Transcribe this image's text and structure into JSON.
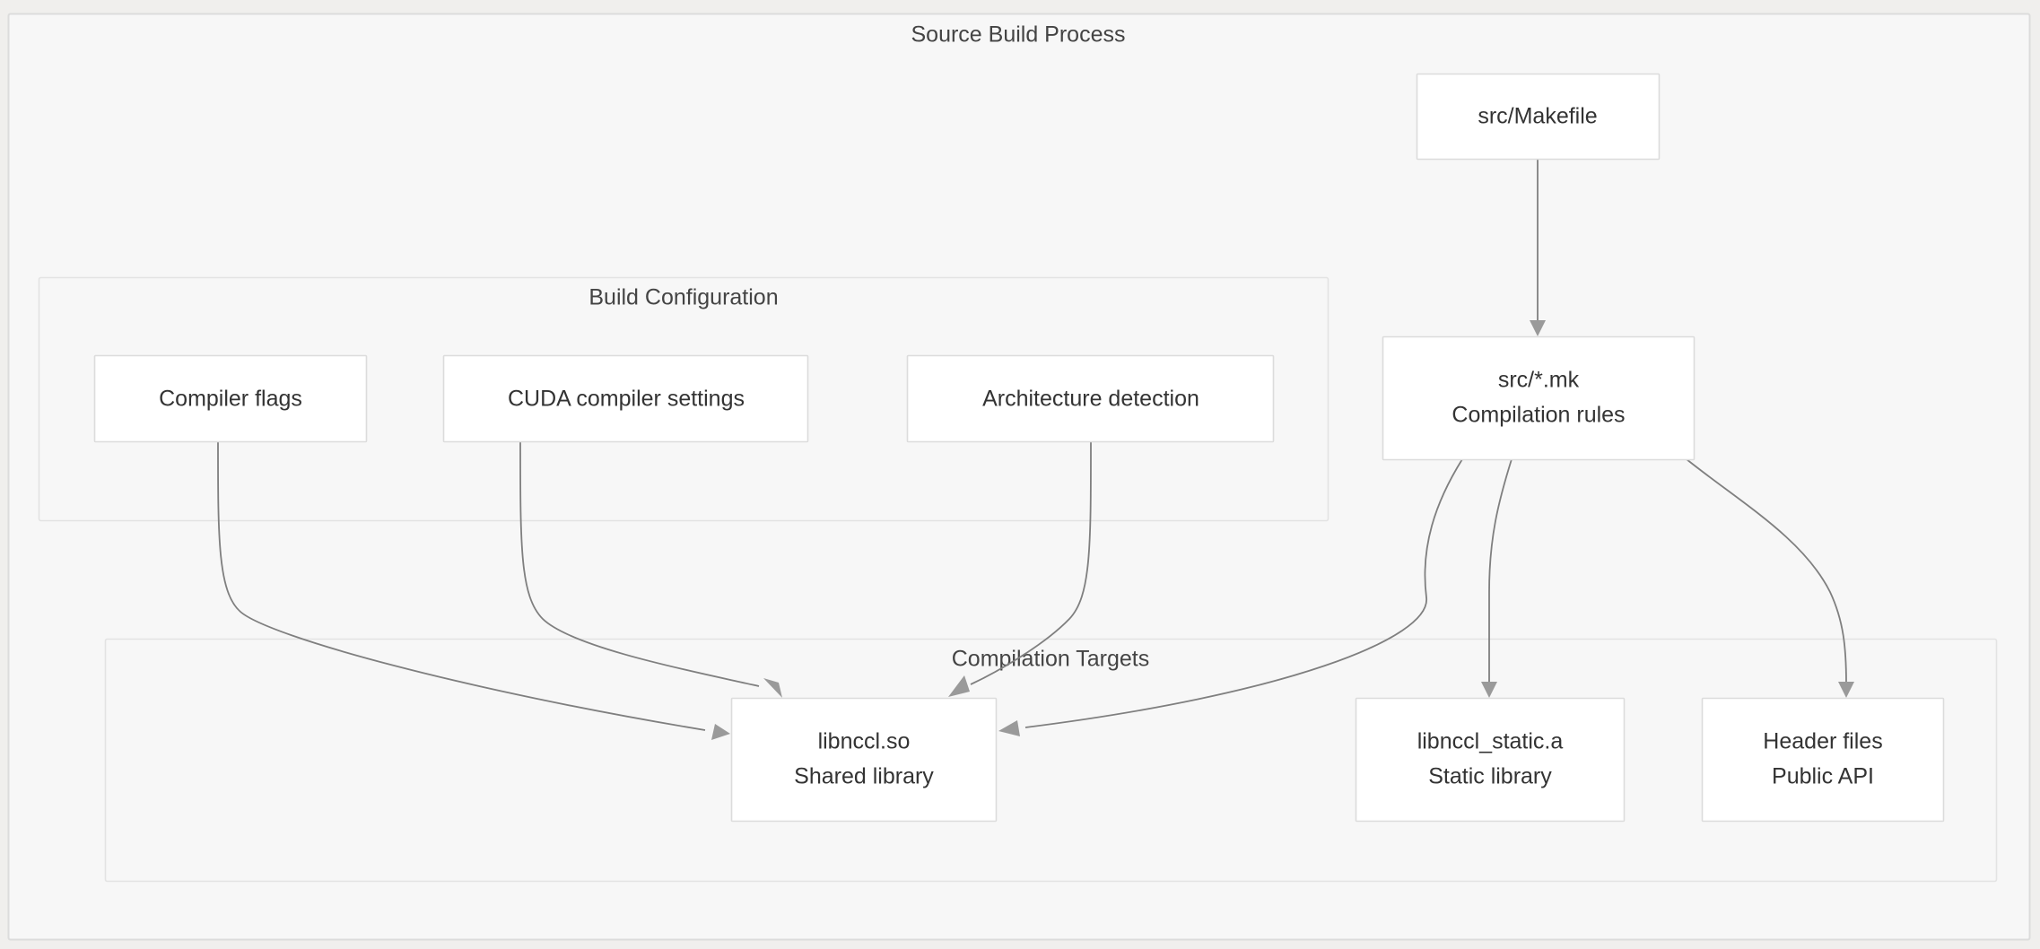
{
  "diagram": {
    "title": "Source Build Process",
    "type": "flowchart",
    "direction": "top-down",
    "colors": {
      "page_background": "#f0efed",
      "cluster_background": "#f7f7f7",
      "cluster_border": "#e3e3e3",
      "node_background": "#ffffff",
      "node_border": "#dcdcdc",
      "node_text": "#333333",
      "cluster_text": "#444444",
      "edge_stroke": "#7f7f7f",
      "arrow_fill": "#9a9a9a"
    },
    "clusters": [
      {
        "id": "outer",
        "label": "Source Build Process"
      },
      {
        "id": "build_config",
        "label": "Build Configuration"
      },
      {
        "id": "compilation_targets",
        "label": "Compilation Targets"
      }
    ],
    "nodes": [
      {
        "id": "makefile",
        "lines": [
          "src/Makefile"
        ]
      },
      {
        "id": "mk_rules",
        "lines": [
          "src/*.mk",
          "Compilation rules"
        ]
      },
      {
        "id": "flags",
        "lines": [
          "Compiler flags"
        ]
      },
      {
        "id": "cuda",
        "lines": [
          "CUDA compiler settings"
        ]
      },
      {
        "id": "arch",
        "lines": [
          "Architecture detection"
        ]
      },
      {
        "id": "shared_lib",
        "lines": [
          "libnccl.so",
          "Shared library"
        ]
      },
      {
        "id": "static_lib",
        "lines": [
          "libnccl_static.a",
          "Static library"
        ]
      },
      {
        "id": "headers",
        "lines": [
          "Header files",
          "Public API"
        ]
      }
    ],
    "edges": [
      {
        "from": "makefile",
        "to": "mk_rules",
        "label": ""
      },
      {
        "from": "flags",
        "to": "shared_lib",
        "label": ""
      },
      {
        "from": "cuda",
        "to": "shared_lib",
        "label": ""
      },
      {
        "from": "arch",
        "to": "shared_lib",
        "label": ""
      },
      {
        "from": "mk_rules",
        "to": "shared_lib",
        "label": ""
      },
      {
        "from": "mk_rules",
        "to": "static_lib",
        "label": ""
      },
      {
        "from": "mk_rules",
        "to": "headers",
        "label": ""
      }
    ]
  }
}
